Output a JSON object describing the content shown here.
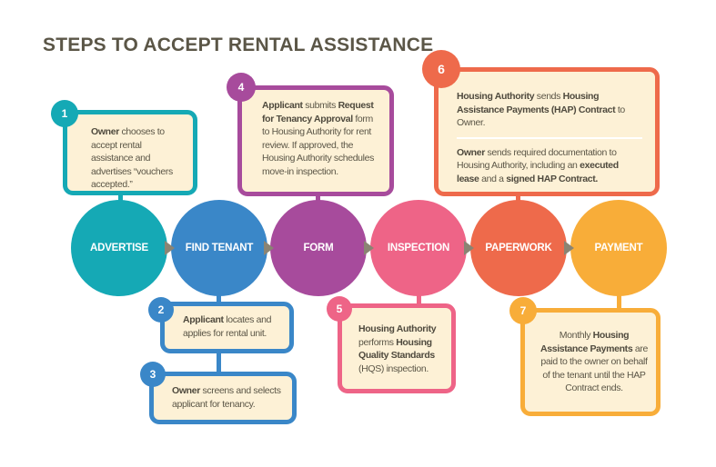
{
  "title": "STEPS TO ACCEPT RENTAL ASSISTANCE",
  "colors": {
    "advertise": "#15a9b5",
    "find_tenant": "#3a87c8",
    "form": "#a74b9c",
    "inspection": "#ee6487",
    "paperwork": "#ee6a4b",
    "payment": "#f8ad39",
    "box_bg": "#fdf1d6",
    "arrow": "#8a8473"
  },
  "stages": [
    "ADVERTISE",
    "FIND TENANT",
    "FORM",
    "INSPECTION",
    "PAPERWORK",
    "PAYMENT"
  ],
  "steps": [
    {
      "num": "1",
      "segs": [
        "Owner",
        " chooses to accept rental assistance and advertises “vouchers accepted.”"
      ]
    },
    {
      "num": "2",
      "segs": [
        "Applicant",
        " locates and applies for rental unit."
      ]
    },
    {
      "num": "3",
      "segs": [
        "Owner",
        " screens and selects applicant for tenancy."
      ]
    },
    {
      "num": "4",
      "segs": [
        "Applicant",
        " submits ",
        "Request for Tenancy Approval",
        " form to Housing Authority for rent review. If approved, the Housing Authority schedules move-in inspection."
      ]
    },
    {
      "num": "5",
      "segs": [
        "Housing Authority",
        " performs ",
        "Housing Quality Standards",
        " (HQS) inspection."
      ]
    },
    {
      "num": "6",
      "segs": [
        "Housing Authority",
        " sends ",
        "Housing Assistance Payments (HAP) Contract",
        " to Owner."
      ],
      "segs2": [
        "Owner",
        " sends required documentation to Housing Authority, including an ",
        "executed lease",
        " and a ",
        "signed HAP Contract."
      ]
    },
    {
      "num": "7",
      "segs": [
        "Monthly ",
        "Housing Assistance Payments",
        " are paid to the owner on behalf of the tenant until the HAP Contract ends."
      ]
    }
  ]
}
